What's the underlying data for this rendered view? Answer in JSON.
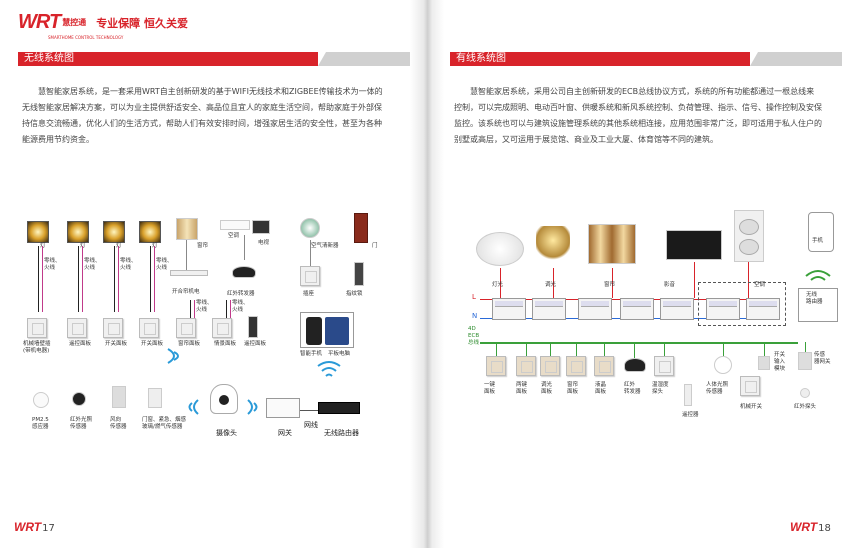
{
  "left_page": {
    "logo_mark": "WRT",
    "logo_cn": "慧控通",
    "logo_sub": "SMARTHOME CONTROL TECHNOLOGY",
    "slogan": "专业保障  恒久关爱",
    "section_title": "无线系统图",
    "paragraph": "慧智能家居系统，是一套采用WRT自主创新研发的基于WIFI无线技术和ZIGBEE传输技术为一体的无线智能家居解决方案，可以为业主提供舒适安全、高品位且宜人的家庭生活空间，帮助家庭于外部保持信息交流畅通，优化人们的生活方式，帮助人们有效安排时间，增强家居生活的安全性，甚至为各种能源费用节约资金。",
    "page_mark": "WRT",
    "page_number": "17",
    "labels": {
      "lamp": "灯",
      "curtain": "窗帘",
      "ac": "空调",
      "tv": "电视",
      "air_purifier": "空气清新器",
      "door": "门",
      "zero_fire": "零线、\n火线",
      "curtain_motor": "开合帘机电",
      "ir_transmitter": "红外转发器",
      "socket": "插座",
      "fingerprint_lock": "指纹锁",
      "panel1": "机械墙壁插\n(带机电器)",
      "panel2": "遥控面板",
      "panel3": "开关面板",
      "panel4": "开关面板",
      "panel5": "窗帘面板",
      "panel6": "情景面板",
      "panel7": "遥控面板",
      "phone": "智能手机",
      "tablet": "平板电脑",
      "pm25": "PM2.5\n感应器",
      "ir_sensor": "红外光照\n传感器",
      "camera_sensor": "风向\n传感器",
      "door_sensor": "门窗、紧急、烟感\n玻璃/燃气传感器",
      "camera": "摄像头",
      "gateway": "网关",
      "network": "网线",
      "router": "无线路由器"
    }
  },
  "right_page": {
    "section_title": "有线系统图",
    "paragraph": "慧智能家居系统，采用公司自主创新研发的ECB总线协议方式，系统的所有功能都通过一根总线来控制，可以完成照明、电动百叶窗、供暖系统和新风系统控制、负荷管理、指示、信号、操作控制及安保监控。该系统也可以与建筑设施管理系统的其他系统相连接，应用范围非常广泛，即可适用于私人住户的别墅或高层，又可运用于展览馆、商业及工业大厦、体育馆等不同的建筑。",
    "page_mark": "WRT",
    "page_number": "18",
    "labels": {
      "L": "L",
      "N": "N",
      "bus": "4D\nECB\n总线",
      "light": "灯光",
      "chandelier": "调光",
      "curtain": "窗帘",
      "av": "影音",
      "hvac": "空调",
      "mobile": "手机",
      "router": "无线\n路由器",
      "p1": "一键\n面板",
      "p2": "两键\n面板",
      "p3": "调光\n面板",
      "p4": "窗帘\n面板",
      "p5": "液晶\n面板",
      "p6": "红外\n转发器",
      "p7": "温湿度\n探头",
      "p8": "人体光照\n传感器",
      "p9": "开关\n输入\n模块",
      "p10": "传感\n器网关",
      "remote": "遥控器",
      "mech": "机械开关",
      "ir_probe": "红外探头"
    }
  }
}
